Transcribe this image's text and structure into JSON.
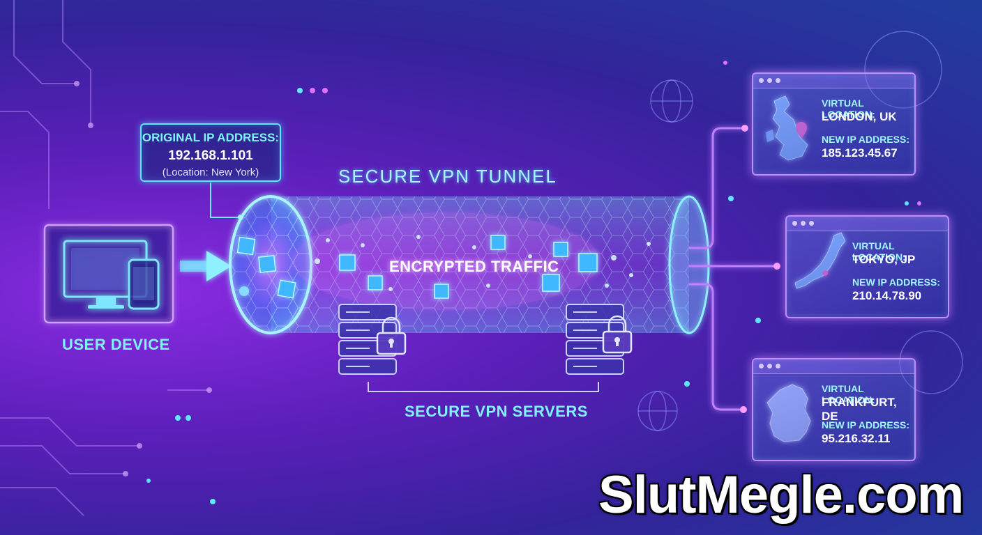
{
  "user_device": {
    "label": "USER DEVICE"
  },
  "original_ip": {
    "title": "ORIGINAL IP ADDRESS:",
    "ip": "192.168.1.101",
    "location": "(Location: New York)"
  },
  "tunnel": {
    "title": "SECURE VPN TUNNEL",
    "traffic_label": "ENCRYPTED TRAFFIC"
  },
  "servers": {
    "label": "SECURE VPN SERVERS"
  },
  "locations": [
    {
      "location_label": "VIRTUAL LOCATION:",
      "location": "LONDON, UK",
      "ip_label": "NEW IP ADDRESS:",
      "ip": "185.123.45.67",
      "map_icon": "uk-map-icon"
    },
    {
      "location_label": "VIRTUAL LOCATION:",
      "location": "TOKYO, JP",
      "ip_label": "NEW IP ADDRESS:",
      "ip": "210.14.78.90",
      "map_icon": "japan-map-icon"
    },
    {
      "location_label": "VIRTUAL LOCATION:",
      "location": "FRANKFURT, DE",
      "ip_label": "NEW IP ADDRESS:",
      "ip": "95.216.32.11",
      "map_icon": "germany-map-icon"
    }
  ],
  "brand": {
    "text": "SlutMegle.com"
  },
  "colors": {
    "cyan": "#5fe9ff",
    "magenta": "#e070ff",
    "background_start": "#8a2be2",
    "background_end": "#1f3f9e"
  }
}
